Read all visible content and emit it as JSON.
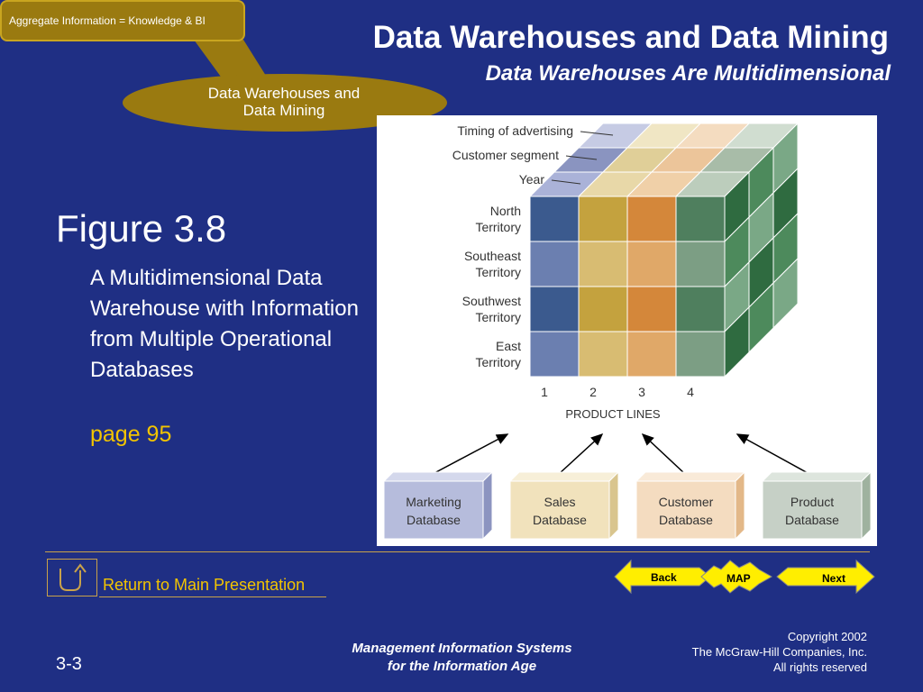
{
  "tag": {
    "label": "Aggregate Information = Knowledge & BI"
  },
  "header": {
    "title": "Data Warehouses and Data Mining",
    "subtitle": "Data Warehouses Are Multidimensional"
  },
  "callout": {
    "line1": "Data Warehouses and",
    "line2": "Data Mining"
  },
  "figure": {
    "heading": "Figure 3.8",
    "description": "A Multidimensional Data Warehouse with Information from Multiple Operational Databases",
    "page_ref": "page 95",
    "cube": {
      "top_labels": [
        "Timing of advertising",
        "Customer segment",
        "Year"
      ],
      "rows": [
        [
          "North",
          "Territory"
        ],
        [
          "Southeast",
          "Territory"
        ],
        [
          "Southwest",
          "Territory"
        ],
        [
          "East",
          "Territory"
        ]
      ],
      "columns": [
        "1",
        "2",
        "3",
        "4"
      ],
      "x_axis_label": "PRODUCT LINES"
    },
    "databases": [
      [
        "Marketing",
        "Database"
      ],
      [
        "Sales",
        "Database"
      ],
      [
        "Customer",
        "Database"
      ],
      [
        "Product",
        "Database"
      ]
    ]
  },
  "footer": {
    "return_label": "Return to Main Presentation",
    "nav": {
      "back": "Back",
      "map": "MAP",
      "next": "Next"
    },
    "slide_number": "3-3",
    "book_line1": "Management Information Systems",
    "book_line2": "for the Information Age",
    "copyright_line1": "Copyright 2002",
    "copyright_line2": "The McGraw-Hill Companies, Inc.",
    "copyright_line3": "All rights reserved"
  },
  "colors": {
    "background": "#1f2f84",
    "accent": "#f2c400",
    "callout": "#9a7a10"
  }
}
